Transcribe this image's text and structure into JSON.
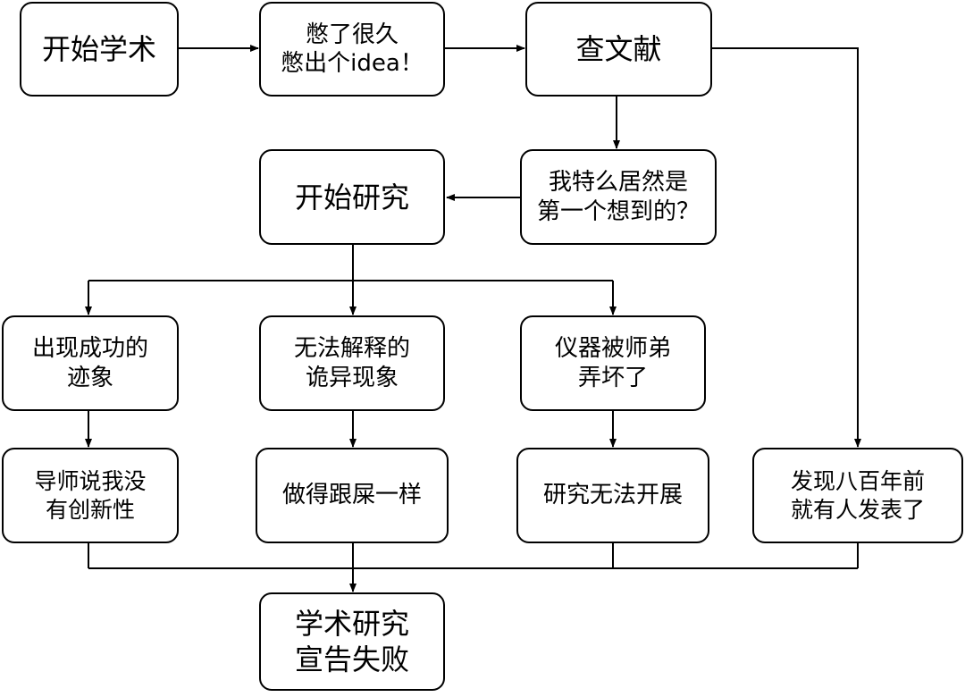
{
  "nodes": {
    "start_academic": {
      "lines": [
        "开始学术"
      ]
    },
    "idea": {
      "lines": [
        "憋了很久",
        "憋出个idea！"
      ]
    },
    "literature": {
      "lines": [
        "查文献"
      ]
    },
    "first_thought": {
      "lines": [
        "我特么居然是",
        "第一个想到的？"
      ]
    },
    "start_research": {
      "lines": [
        "开始研究"
      ]
    },
    "success_signs": {
      "lines": [
        "出现成功的",
        "迹象"
      ]
    },
    "weird_phenomena": {
      "lines": [
        "无法解释的",
        "诡异现象"
      ]
    },
    "broken_instrument": {
      "lines": [
        "仪器被师弟",
        "弄坏了"
      ]
    },
    "no_novelty": {
      "lines": [
        "导师说我没",
        "有创新性"
      ]
    },
    "terrible_work": {
      "lines": [
        "做得跟屎一样"
      ]
    },
    "cannot_proceed": {
      "lines": [
        "研究无法开展"
      ]
    },
    "published_800_years": {
      "lines": [
        "发现八百年前",
        "就有人发表了"
      ]
    },
    "research_failed": {
      "lines": [
        "学术研究",
        "宣告失败"
      ]
    }
  },
  "colors": {
    "stroke": "#000000",
    "fill": "#ffffff",
    "text": "#000000"
  }
}
